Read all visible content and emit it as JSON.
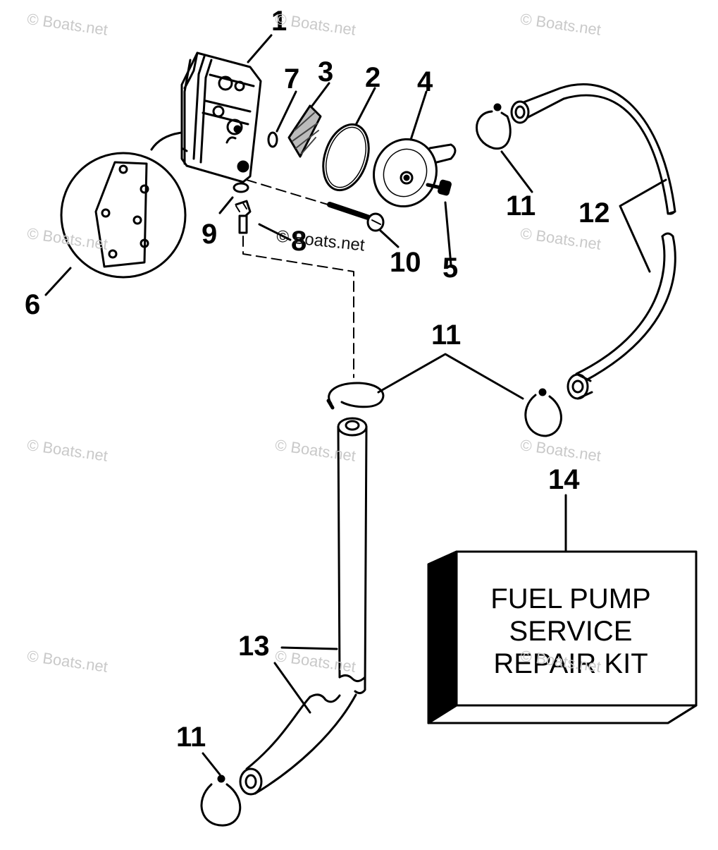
{
  "callouts": {
    "c1": "1",
    "c2": "2",
    "c3": "3",
    "c4": "4",
    "c5": "5",
    "c6": "6",
    "c7": "7",
    "c8": "8",
    "c9": "9",
    "c10": "10",
    "c11_top": "11",
    "c11_mid": "11",
    "c11_bottom": "11",
    "c12": "12",
    "c13": "13",
    "c14": "14"
  },
  "kit_label": {
    "line1": "FUEL PUMP",
    "line2": "SERVICE",
    "line3": "REPAIR KIT"
  },
  "watermark": "© Boats.net"
}
